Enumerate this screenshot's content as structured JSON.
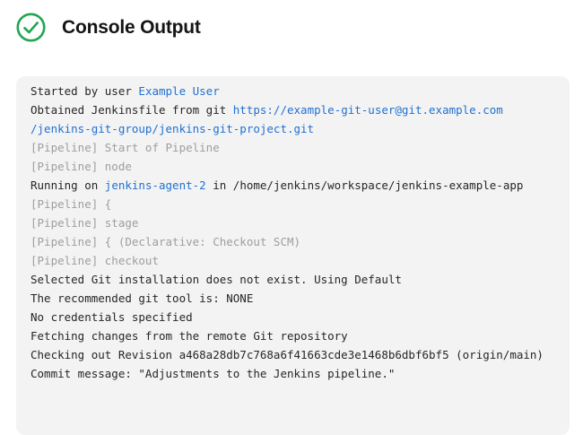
{
  "header": {
    "title": "Console Output",
    "status": "success"
  },
  "colors": {
    "success_green": "#20a750",
    "link_blue": "#2171d2",
    "console_text": "#262626",
    "console_muted": "#9e9e9e",
    "console_background": "#f3f3f3",
    "heading_text": "#141414",
    "page_background": "#ffffff"
  },
  "console": {
    "lines": [
      {
        "segments": [
          {
            "text": "Started by user ",
            "style": "text"
          },
          {
            "text": "Example User",
            "style": "link"
          }
        ]
      },
      {
        "segments": [
          {
            "text": "Obtained Jenkinsfile from git ",
            "style": "text"
          },
          {
            "text": "https://example-git-user@git.example.com",
            "style": "link"
          }
        ]
      },
      {
        "segments": [
          {
            "text": "/jenkins-git-group/jenkins-git-project.git",
            "style": "link"
          }
        ]
      },
      {
        "segments": [
          {
            "text": "[Pipeline] Start of Pipeline",
            "style": "muted"
          }
        ]
      },
      {
        "segments": [
          {
            "text": "[Pipeline] node",
            "style": "muted"
          }
        ]
      },
      {
        "segments": [
          {
            "text": "Running on ",
            "style": "text"
          },
          {
            "text": "jenkins-agent-2",
            "style": "link"
          },
          {
            "text": " in /home/jenkins/workspace/jenkins-example-app",
            "style": "text"
          }
        ]
      },
      {
        "segments": [
          {
            "text": "[Pipeline] {",
            "style": "muted"
          }
        ]
      },
      {
        "segments": [
          {
            "text": "[Pipeline] stage",
            "style": "muted"
          }
        ]
      },
      {
        "segments": [
          {
            "text": "[Pipeline] { (Declarative: Checkout SCM)",
            "style": "muted"
          }
        ]
      },
      {
        "segments": [
          {
            "text": "[Pipeline] checkout",
            "style": "muted"
          }
        ]
      },
      {
        "segments": [
          {
            "text": "Selected Git installation does not exist. Using Default",
            "style": "text"
          }
        ]
      },
      {
        "segments": [
          {
            "text": "The recommended git tool is: NONE",
            "style": "text"
          }
        ]
      },
      {
        "segments": [
          {
            "text": "No credentials specified",
            "style": "text"
          }
        ]
      },
      {
        "segments": [
          {
            "text": "Fetching changes from the remote Git repository",
            "style": "text"
          }
        ]
      },
      {
        "segments": [
          {
            "text": "Checking out Revision a468a28db7c768a6f41663cde3e1468b6dbf6bf5 (origin/main)",
            "style": "text"
          }
        ]
      },
      {
        "segments": [
          {
            "text": "Commit message: \"Adjustments to the Jenkins pipeline.\"",
            "style": "text"
          }
        ]
      }
    ]
  }
}
